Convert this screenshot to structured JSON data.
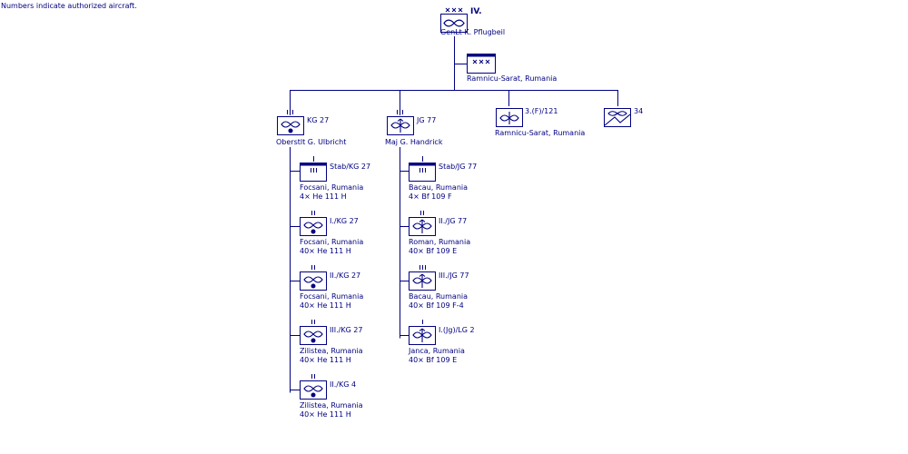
{
  "note": "Numbers indicate authorized aircraft.",
  "colors": {
    "line": "#000080",
    "background": "#ffffff"
  },
  "command": {
    "designation": "IV.",
    "commander": "GenLt  K. Pflugbeil",
    "symbol": "air-corps-icon"
  },
  "hq": {
    "location": "Ramnicu-Sarat, Rumania",
    "symbol": "corps-hq-flag-icon"
  },
  "units": {
    "kg27": {
      "name": "KG 27",
      "commander": "Oberstlt  G. Ulbricht",
      "symbol": "bomber-icon"
    },
    "jg77": {
      "name": "JG 77",
      "commander": "Maj  G. Handrick",
      "symbol": "fighter-icon"
    },
    "recon": {
      "name": "3.(F)/121",
      "location": "Ramnicu-Sarat, Rumania",
      "symbol": "recon-icon"
    },
    "signal": {
      "name": "34",
      "symbol": "signal-icon"
    }
  },
  "kg27_subunits": [
    {
      "name": "Stab/KG 27",
      "location": "Focsani, Rumania",
      "aircraft": "4× He 111 H"
    },
    {
      "name": "I./KG 27",
      "location": "Focsani, Rumania",
      "aircraft": "40× He 111 H"
    },
    {
      "name": "II./KG 27",
      "location": "Focsani, Rumania",
      "aircraft": "40× He 111 H"
    },
    {
      "name": "III./KG 27",
      "location": "Zilistea, Rumania",
      "aircraft": "40× He 111 H"
    },
    {
      "name": "II./KG 4",
      "location": "Zilistea, Rumania",
      "aircraft": "40× He 111 H"
    }
  ],
  "jg77_subunits": [
    {
      "name": "Stab/JG 77",
      "location": "Bacau, Rumania",
      "aircraft": "4× Bf 109 F"
    },
    {
      "name": "II./JG 77",
      "location": "Roman, Rumania",
      "aircraft": "40× Bf 109 E"
    },
    {
      "name": "III./JG 77",
      "location": "Bacau, Rumania",
      "aircraft": "40× Bf 109 F-4"
    },
    {
      "name": "I.(Jg)/LG 2",
      "location": "Janca, Rumania",
      "aircraft": "40× Bf 109 E"
    }
  ]
}
